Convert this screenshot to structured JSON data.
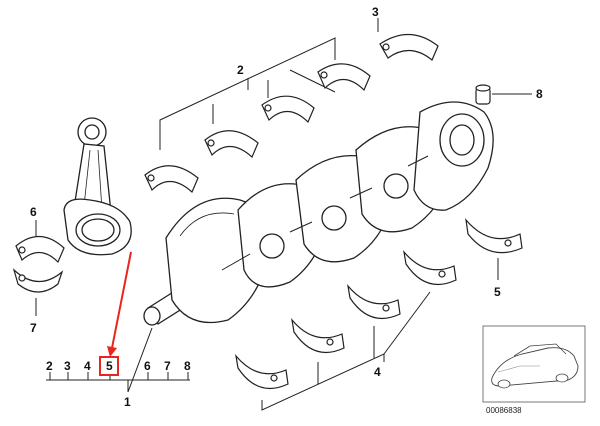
{
  "callouts": {
    "bearing_top_right": "3",
    "bearing_upper_group": "2",
    "pin": "8",
    "conrod_bearing_upper": "6",
    "conrod_bearing_lower": "7",
    "bearing_lower_right": "5",
    "bearing_lower_group": "4",
    "crankshaft": "1"
  },
  "legend_row": [
    "2",
    "3",
    "4",
    "5",
    "6",
    "7",
    "8"
  ],
  "highlighted_item": "5",
  "colors": {
    "line": "#222222",
    "highlight": "#e8251f",
    "thumbnail_border": "#777777"
  },
  "thumbnail": {
    "part_number": "00086838"
  }
}
